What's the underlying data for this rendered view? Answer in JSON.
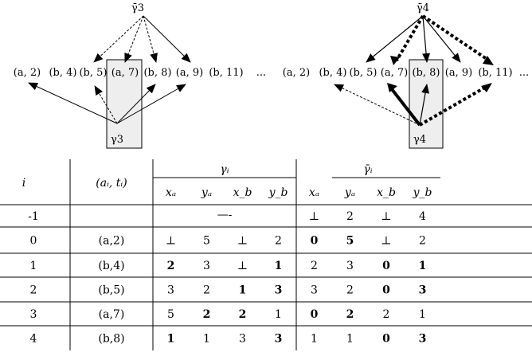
{
  "figure": {
    "left": {
      "top_label": "γ̄3",
      "bottom_label": "γ3",
      "sequence": [
        "(a, 2)",
        "(b, 4)",
        "(b, 5)",
        "(a, 7)",
        "(b, 8)",
        "(a, 9)",
        "(b, 11)"
      ],
      "ellipsis": "..."
    },
    "right": {
      "top_label": "γ̄4",
      "bottom_label": "γ4",
      "sequence": [
        "(a, 2)",
        "(b, 4)",
        "(b, 5)",
        "(a, 7)",
        "(b, 8)",
        "(a, 9)",
        "(b, 11)"
      ],
      "ellipsis": "..."
    }
  },
  "table": {
    "header_i": "i",
    "header_at": "(aᵢ, tᵢ)",
    "group_gamma": "γᵢ",
    "group_gamma_bar": "γ̄ᵢ",
    "sub_gamma": [
      "xₐ",
      "yₐ",
      "x_b",
      "y_b"
    ],
    "sub_gamma_bar": [
      "xₐ",
      "yₐ",
      "x_b",
      "y_b"
    ],
    "rows": [
      {
        "i": "-1",
        "at": "",
        "g": [
          "—-"
        ],
        "gb": [
          "⊥",
          "2",
          "⊥",
          "4"
        ]
      },
      {
        "i": "0",
        "at": "(a,2)",
        "g": [
          "⊥",
          "5",
          "⊥",
          "2"
        ],
        "gb": [
          "0",
          "5",
          "⊥",
          "2"
        ]
      },
      {
        "i": "1",
        "at": "(b,4)",
        "g": [
          "2",
          "3",
          "⊥",
          "1"
        ],
        "gb": [
          "2",
          "3",
          "0",
          "1"
        ]
      },
      {
        "i": "2",
        "at": "(b,5)",
        "g": [
          "3",
          "2",
          "1",
          "3"
        ],
        "gb": [
          "3",
          "2",
          "0",
          "3"
        ]
      },
      {
        "i": "3",
        "at": "(a,7)",
        "g": [
          "5",
          "2",
          "2",
          "1"
        ],
        "gb": [
          "0",
          "2",
          "2",
          "1"
        ]
      },
      {
        "i": "4",
        "at": "(b,8)",
        "g": [
          "1",
          "1",
          "3",
          "3"
        ],
        "gb": [
          "1",
          "1",
          "0",
          "3"
        ]
      }
    ]
  }
}
